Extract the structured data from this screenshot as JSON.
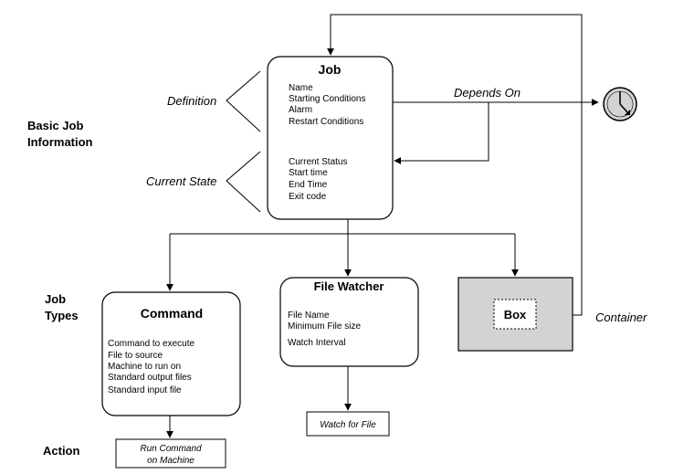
{
  "left_labels": {
    "basic_info": [
      "Basic Job",
      "Information"
    ],
    "job_types": [
      "Job",
      "Types"
    ],
    "action": "Action"
  },
  "job_box": {
    "title": "Job",
    "definition_items": [
      "Name",
      "Starting Conditions",
      "Alarm",
      "Restart Conditions"
    ],
    "state_items": [
      "Current Status",
      "Start time",
      "End Time",
      "Exit code"
    ]
  },
  "side_labels": {
    "definition": "Definition",
    "current_state": "Current State"
  },
  "depends_on": "Depends On",
  "command_box": {
    "title": "Command",
    "items": [
      "Command to execute",
      "File to source",
      "Machine to run on",
      "Standard output files",
      "Standard input file"
    ]
  },
  "file_watcher_box": {
    "title": "File Watcher",
    "items": [
      "File Name",
      "Minimum File size",
      "Watch Interval"
    ]
  },
  "box_job": {
    "label": "Box",
    "container_label": "Container"
  },
  "actions": {
    "run_command": [
      "Run Command",
      "on Machine"
    ],
    "watch_for_file": "Watch for File"
  },
  "icons": {
    "clock": "clock-icon"
  },
  "colors": {
    "container_fill": "#d3d3d3",
    "stroke": "#000000"
  }
}
